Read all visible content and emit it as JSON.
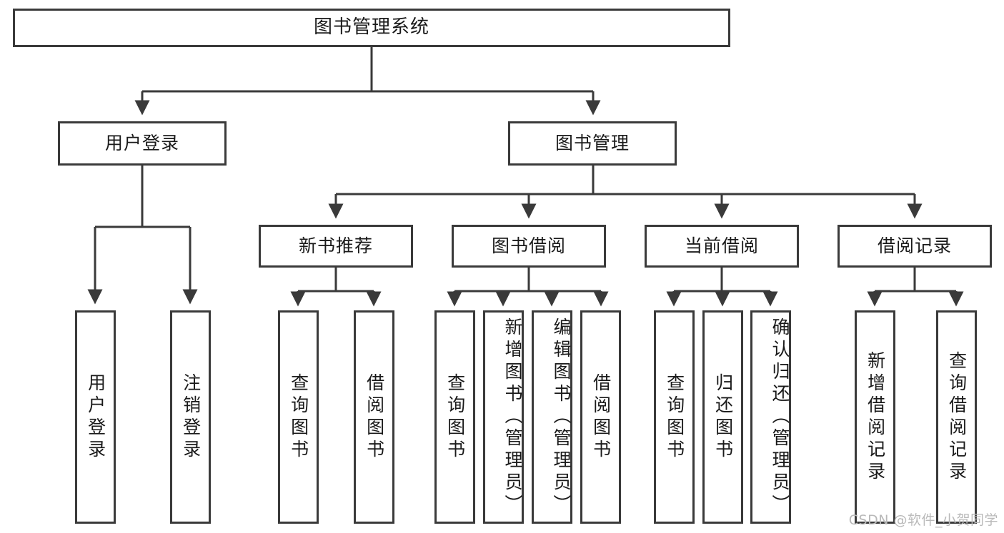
{
  "diagram": {
    "title": "图书管理系统",
    "watermark": "CSDN @软件_小贺同学",
    "type": "tree-hierarchy-diagram",
    "root": {
      "label": "图书管理系统"
    },
    "level2": [
      {
        "label": "用户登录"
      },
      {
        "label": "图书管理"
      }
    ],
    "level3": [
      {
        "label": "新书推荐"
      },
      {
        "label": "图书借阅"
      },
      {
        "label": "当前借阅"
      },
      {
        "label": "借阅记录"
      }
    ],
    "leaves": {
      "user_login": [
        {
          "label": "用户登录"
        },
        {
          "label": "注销登录"
        }
      ],
      "new_book_recommend": [
        {
          "label": "查询图书"
        },
        {
          "label": "借阅图书"
        }
      ],
      "book_borrow": [
        {
          "label": "查询图书"
        },
        {
          "label": "新增图书（管理员）"
        },
        {
          "label": "编辑图书（管理员）"
        },
        {
          "label": "借阅图书"
        }
      ],
      "current_borrow": [
        {
          "label": "查询图书"
        },
        {
          "label": "归还图书"
        },
        {
          "label": "确认归还（管理员）"
        }
      ],
      "borrow_record": [
        {
          "label": "新增借阅记录"
        },
        {
          "label": "查询借阅记录"
        }
      ]
    },
    "colors": {
      "stroke": "#3a3a3a",
      "text": "#1a1a1a",
      "background": "#ffffff",
      "watermark": "#b9b9b9"
    }
  }
}
